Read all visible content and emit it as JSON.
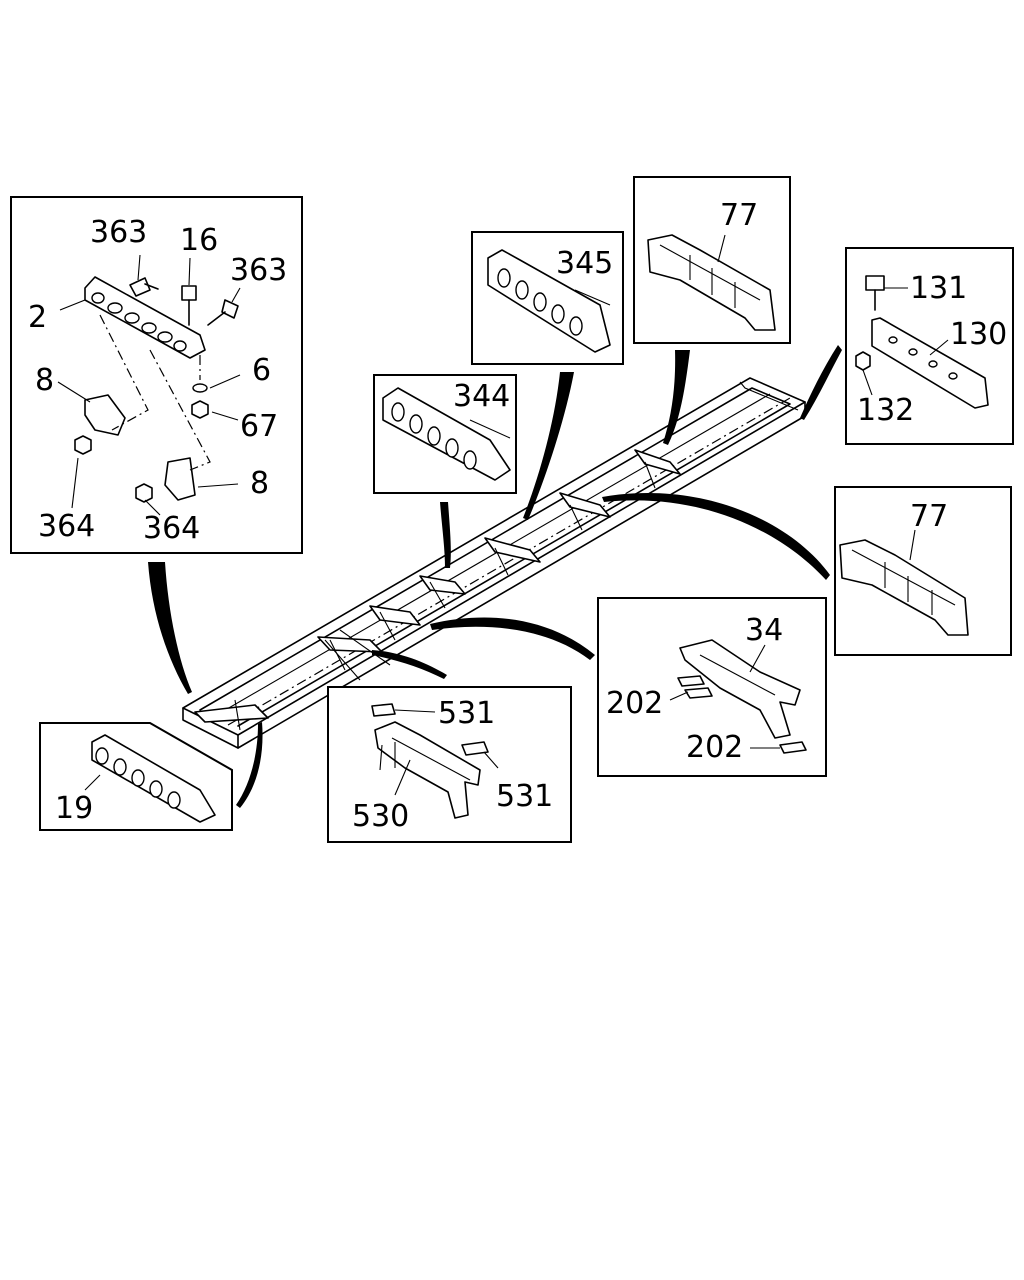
{
  "callouts": {
    "p363a": "363",
    "p16": "16",
    "p363b": "363",
    "p2": "2",
    "p6": "6",
    "p8a": "8",
    "p67": "67",
    "p8b": "8",
    "p364a": "364",
    "p364b": "364",
    "p345": "345",
    "p77a": "77",
    "p131": "131",
    "p130": "130",
    "p132": "132",
    "p344": "344",
    "p77b": "77",
    "p34": "34",
    "p202a": "202",
    "p202b": "202",
    "p531a": "531",
    "p531b": "531",
    "p530": "530",
    "p19": "19"
  }
}
